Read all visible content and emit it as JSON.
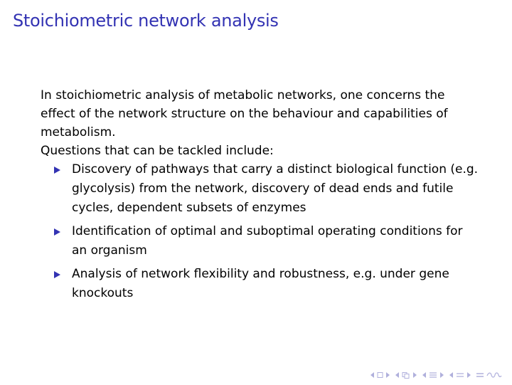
{
  "slide": {
    "title": "Stoichiometric network analysis",
    "intro": "In stoichiometric analysis of metabolic networks, one concerns the effect of the network structure on the behaviour and capabilities of metabolism.",
    "questions_lead": "Questions that can be tackled include:",
    "items": [
      {
        "text": "Discovery of pathways that carry a distinct biological function (e.g. glycolysis) from the network, discovery of dead ends and futile cycles, dependent subsets of enzymes"
      },
      {
        "text": "Identification of optimal and suboptimal operating conditions for an organism"
      },
      {
        "text": "Analysis of network flexibility and robustness, e.g. under gene knockouts"
      }
    ]
  },
  "navigation": {
    "accent_color": "#3333b3",
    "icon_color": "#b0b0dc",
    "controls": [
      "nav-prev-frame-icon",
      "nav-frame-icon",
      "nav-next-frame-icon",
      "nav-prev-subsection-icon",
      "nav-subsection-icon",
      "nav-next-subsection-icon",
      "nav-prev-section-icon",
      "nav-section-icon",
      "nav-next-section-icon",
      "nav-prev-slide-icon",
      "nav-slide-icon",
      "nav-next-slide-icon",
      "nav-align-icon",
      "nav-search-icon"
    ]
  }
}
